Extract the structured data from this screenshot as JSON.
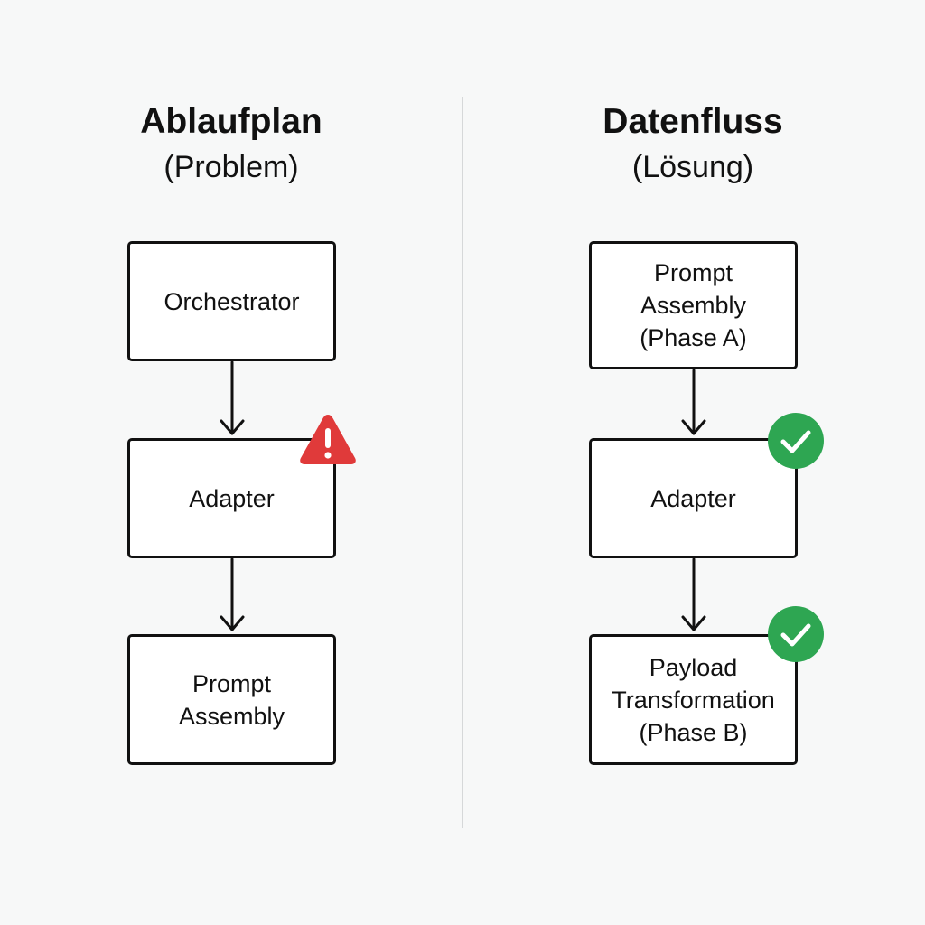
{
  "left": {
    "title": "Ablaufplan",
    "subtitle": "(Problem)",
    "boxes": [
      "Orchestrator",
      "Adapter",
      "Prompt\nAssembly"
    ],
    "warning_icon": "warning-triangle-icon"
  },
  "right": {
    "title": "Datenfluss",
    "subtitle": "(Lösung)",
    "boxes": [
      "Prompt\nAssembly\n(Phase A)",
      "Adapter",
      "Payload\nTransformation\n(Phase B)"
    ],
    "check_icon": "check-circle-icon"
  },
  "colors": {
    "warning": "#e03a3a",
    "success": "#2ea652",
    "stroke": "#111111",
    "background": "#f7f8f8"
  }
}
